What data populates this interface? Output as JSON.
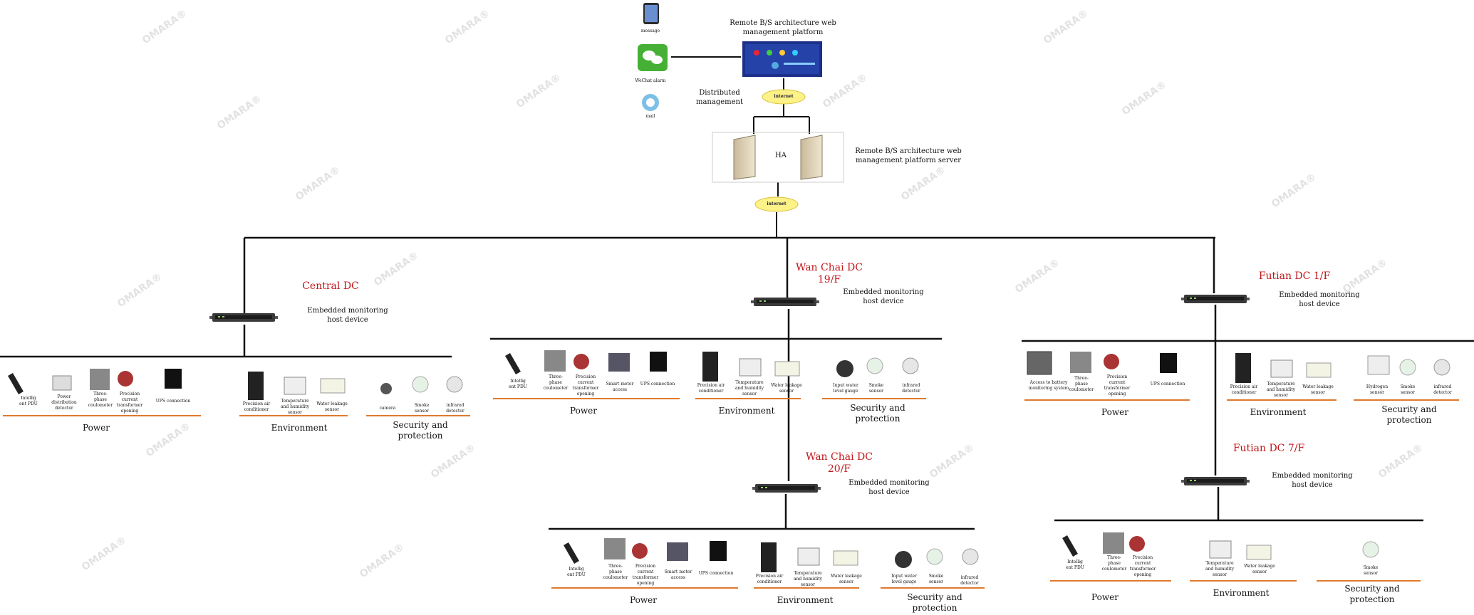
{
  "watermark": {
    "text": "OMARA®"
  },
  "top": {
    "platform_title": "Remote B/S architecture web\nmanagement platform",
    "message_label": "message",
    "wechat_label": "WeChat alarm",
    "mail_label": "mail",
    "distributed_label": "Distributed\nmanagement",
    "internet_label_1": "internet",
    "ha_label": "HA",
    "server_label": "Remote B/S architecture web\nmanagement platform server",
    "internet_label_2": "internet"
  },
  "sites": {
    "central": {
      "title": "Central DC",
      "host": "Embedded monitoring\nhost device",
      "power_items": [
        "Intellig\nent PDU",
        "Power\ndistribution\ndetector",
        "Three-\nphase\ncoulometer",
        "Precision\ncurrent\ntransformer\nopening",
        "UPS connection"
      ],
      "env_items": [
        "Precision air\nconditioner",
        "Temperature\nand humidity\nsensor",
        "Water leakage\nsensor"
      ],
      "sec_items": [
        "camera",
        "Smoke\nsensor",
        "infrared\ndetector"
      ],
      "power_label": "Power",
      "env_label": "Environment",
      "sec_label": "Security and\nprotection"
    },
    "wanchai19": {
      "title": "Wan Chai DC\n19/F",
      "host": "Embedded monitoring\nhost device",
      "power_items": [
        "Intellig\nent PDU",
        "Three-\nphase\ncoulometer",
        "Precision\ncurrent\ntransformer\nopening",
        "Smart meter\naccess",
        "UPS connection"
      ],
      "env_items": [
        "Precision air\nconditioner",
        "Temperature\nand humidity\nsensor",
        "Water leakage\nsensor"
      ],
      "sec_items": [
        "Input water\nlevel gauge",
        "Smoke\nsensor",
        "infrared\ndetector"
      ],
      "power_label": "Power",
      "env_label": "Environment",
      "sec_label": "Security and\nprotection"
    },
    "wanchai20": {
      "title": "Wan Chai DC\n20/F",
      "host": "Embedded monitoring\nhost device",
      "power_items": [
        "Intellig\nent PDU",
        "Three-\nphase\ncoulometer",
        "Precision\ncurrent\ntransformer\nopening",
        "Smart meter\naccess",
        "UPS connection"
      ],
      "env_items": [
        "Precision air\nconditioner",
        "Temperature\nand humidity\nsensor",
        "Water leakage\nsensor"
      ],
      "sec_items": [
        "Input water\nlevel gauge",
        "Smoke\nsensor",
        "infrared\ndetector"
      ],
      "power_label": "Power",
      "env_label": "Environment",
      "sec_label": "Security and\nprotection"
    },
    "futian1": {
      "title": "Futian DC 1/F",
      "host": "Embedded monitoring\nhost device",
      "power_items": [
        "Access to battery\nmonitoring system",
        "Three-\nphase\ncoulometer",
        "Precision\ncurrent\ntransformer\nopening",
        "UPS connection"
      ],
      "env_items": [
        "Precision air\nconditioner",
        "Temperature\nand humidity\nsensor",
        "Water leakage\nsensor"
      ],
      "sec_items": [
        "Hydrogen\nsensor",
        "Smoke\nsensor",
        "infrared\ndetector"
      ],
      "power_label": "Power",
      "env_label": "Environment",
      "sec_label": "Security and\nprotection"
    },
    "futian7": {
      "title": "Futian DC 7/F",
      "host": "Embedded monitoring\nhost device",
      "power_items": [
        "Intellig\nent PDU",
        "Three-\nphase\ncoulometer",
        "Precision\ncurrent\ntransformer\nopening"
      ],
      "env_items": [
        "Temperature\nand humidity\nsensor",
        "Water leakage\nsensor"
      ],
      "sec_items": [
        "Smoke\nsensor"
      ],
      "power_label": "Power",
      "env_label": "Environment",
      "sec_label": "Security and\nprotection"
    }
  }
}
